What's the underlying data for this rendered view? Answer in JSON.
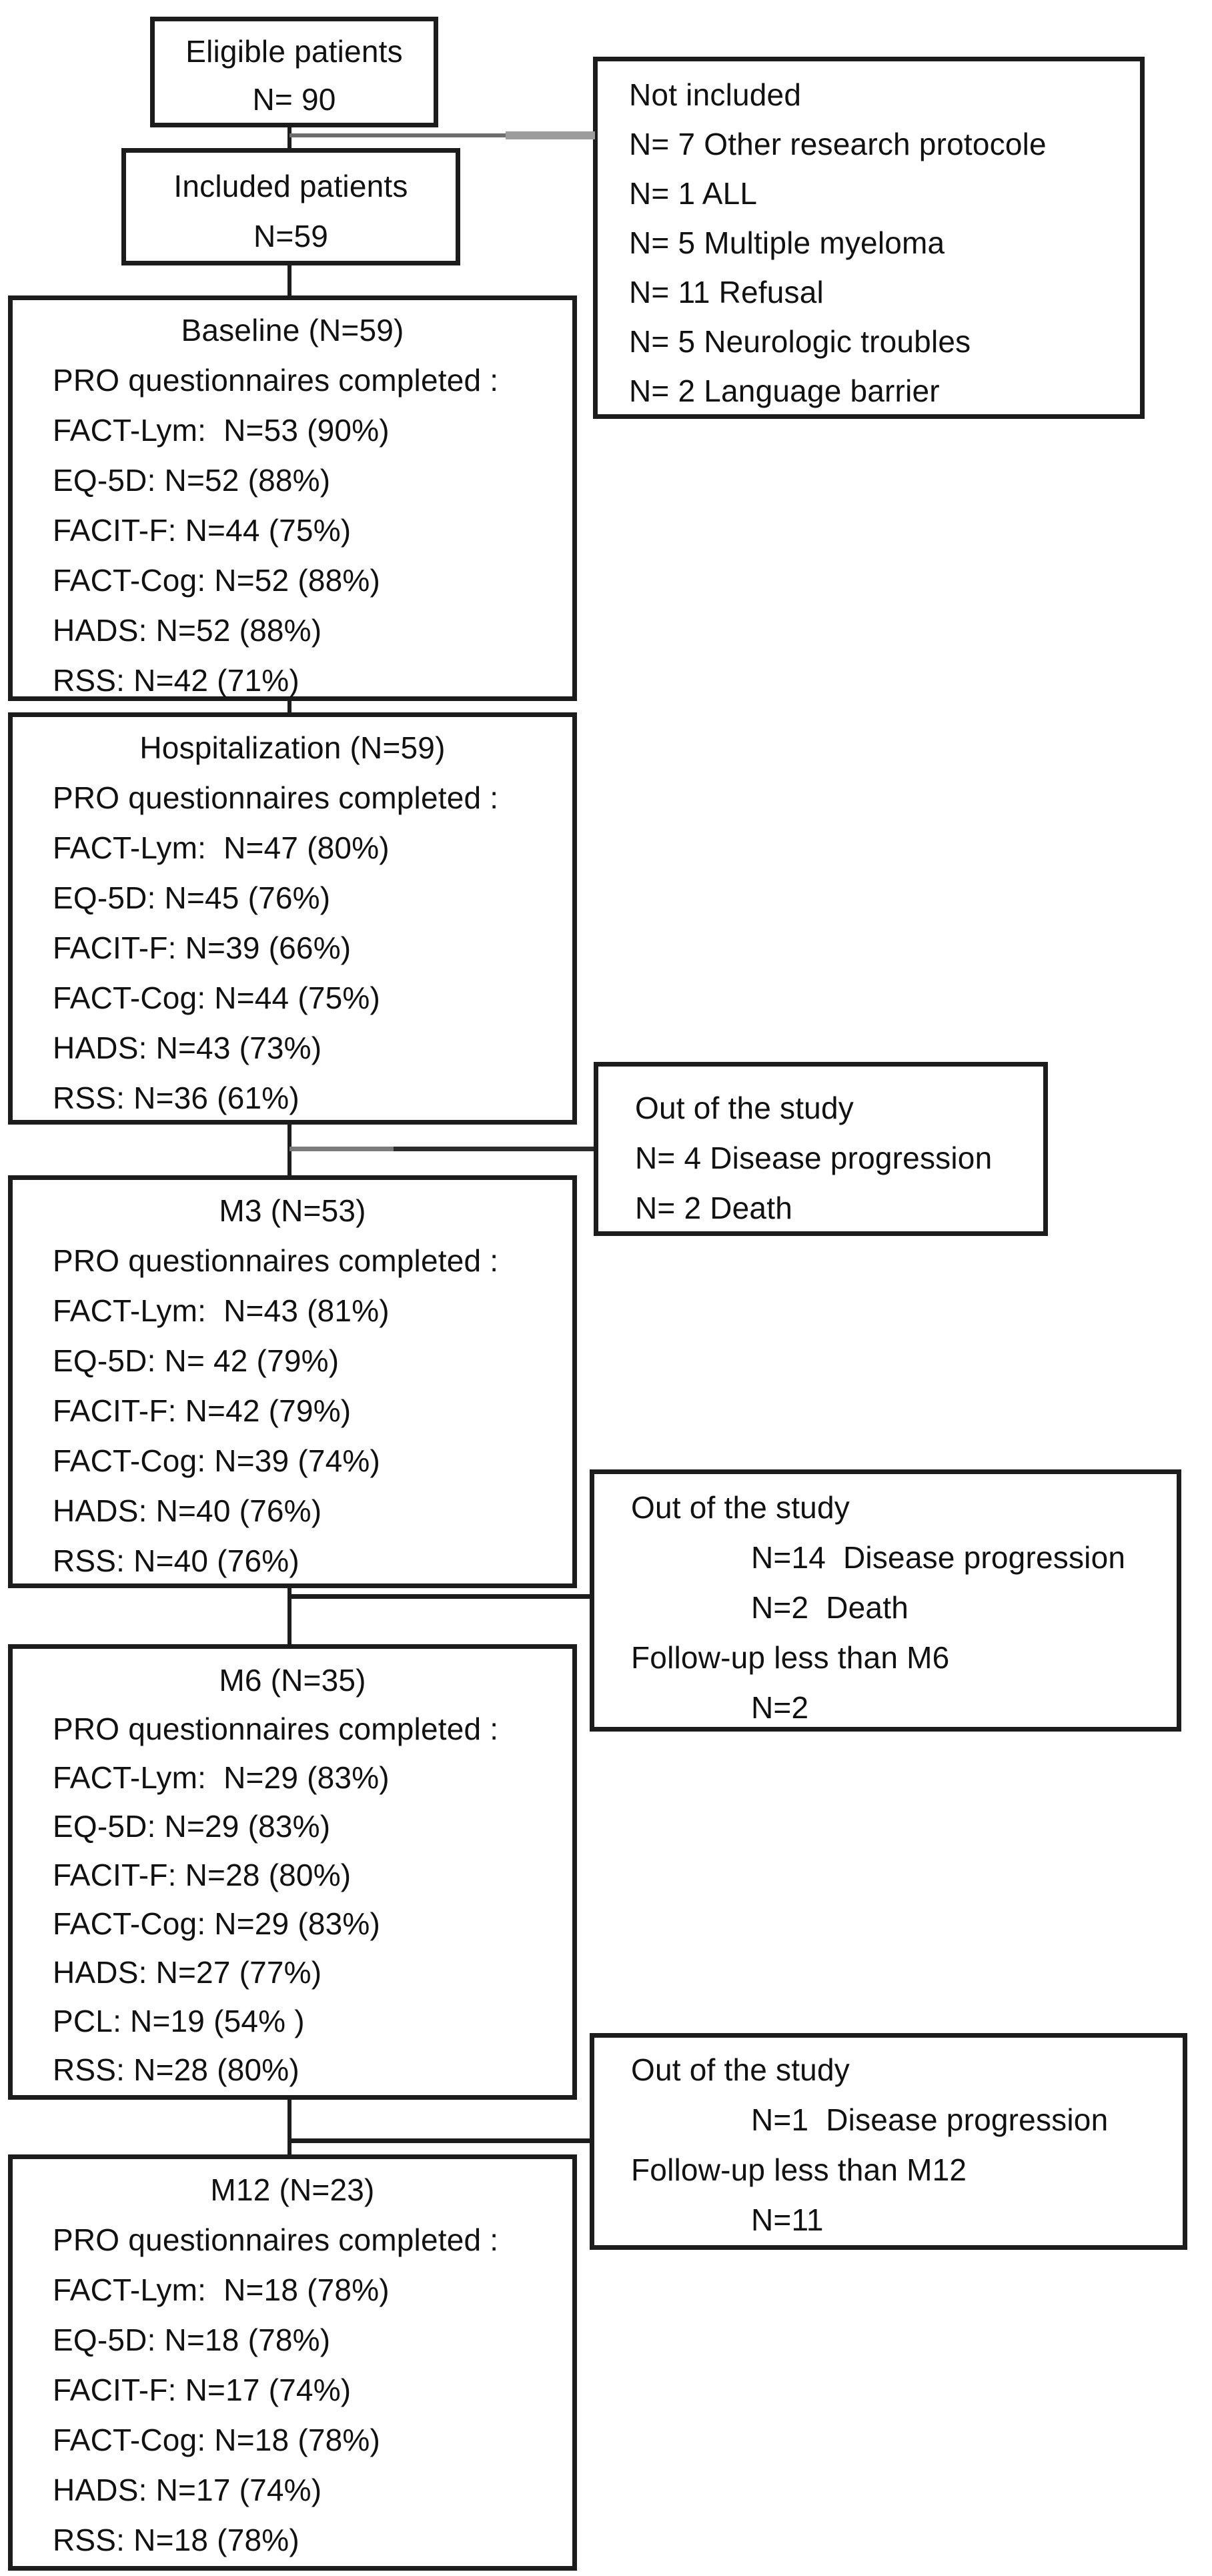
{
  "figure": {
    "type": "patient-flow-diagram",
    "colors": {
      "border": "#1c1c1c",
      "connector": "#1c1c1c",
      "branch_gray": "#6e6e6e",
      "branch_light": "#9c9c9c",
      "branch_dark": "#2b2b2b",
      "background": "#ffffff",
      "text": "#111111"
    },
    "boxes": {
      "eligible": {
        "lines": [
          {
            "text": "Eligible patients",
            "center": true
          },
          {
            "text": "N= 90",
            "center": true
          }
        ]
      },
      "not_included": {
        "lines": [
          "Not included",
          "N= 7 Other research protocole",
          "N= 1 ALL",
          "N= 5 Multiple myeloma",
          "N= 11 Refusal",
          "N= 5 Neurologic troubles",
          "N= 2 Language barrier"
        ]
      },
      "included": {
        "lines": [
          {
            "text": "Included patients",
            "center": true
          },
          {
            "text": "N=59",
            "center": true
          }
        ]
      },
      "baseline": {
        "lines": [
          {
            "text": "Baseline (N=59)",
            "center": true
          },
          "PRO questionnaires completed :",
          "FACT-Lym:  N=53 (90%)",
          "EQ-5D: N=52 (88%)",
          "FACIT-F: N=44 (75%)",
          "FACT-Cog: N=52 (88%)",
          "HADS: N=52 (88%)",
          "RSS: N=42 (71%)"
        ]
      },
      "hospitalization": {
        "lines": [
          {
            "text": "Hospitalization (N=59)",
            "center": true
          },
          "PRO questionnaires completed :",
          "FACT-Lym:  N=47 (80%)",
          "EQ-5D: N=45 (76%)",
          "FACIT-F: N=39 (66%)",
          "FACT-Cog: N=44 (75%)",
          "HADS: N=43 (73%)",
          "RSS: N=36 (61%)"
        ]
      },
      "out_of_study_1": {
        "lines": [
          "Out of the study",
          "N= 4 Disease progression",
          "N= 2 Death"
        ]
      },
      "m3": {
        "lines": [
          {
            "text": "M3 (N=53)",
            "center": true
          },
          "PRO questionnaires completed :",
          "FACT-Lym:  N=43 (81%)",
          "EQ-5D: N= 42 (79%)",
          "FACIT-F: N=42 (79%)",
          "FACT-Cog: N=39 (74%)",
          "HADS: N=40 (76%)",
          "RSS: N=40 (76%)"
        ]
      },
      "out_of_study_2": {
        "lines": [
          "Out of the study",
          {
            "text": "N=14  Disease progression",
            "indent": true
          },
          {
            "text": "N=2  Death",
            "indent": true
          },
          "Follow-up less than M6",
          {
            "text": "N=2",
            "indent": true
          }
        ]
      },
      "m6": {
        "lines": [
          {
            "text": "M6 (N=35)",
            "center": true
          },
          "PRO questionnaires completed :",
          "FACT-Lym:  N=29 (83%)",
          "EQ-5D: N=29 (83%)",
          "FACIT-F: N=28 (80%)",
          "FACT-Cog: N=29 (83%)",
          "HADS: N=27 (77%)",
          "PCL: N=19 (54% )",
          "RSS: N=28 (80%)"
        ]
      },
      "out_of_study_3": {
        "lines": [
          "Out of the study",
          {
            "text": "N=1  Disease progression",
            "indent": true
          },
          "Follow-up less than M12",
          {
            "text": "N=11",
            "indent": true
          }
        ]
      },
      "m12": {
        "lines": [
          {
            "text": "M12 (N=23)",
            "center": true
          },
          "PRO questionnaires completed :",
          "FACT-Lym:  N=18 (78%)",
          "EQ-5D: N=18 (78%)",
          "FACIT-F: N=17 (74%)",
          "FACT-Cog: N=18 (78%)",
          "HADS: N=17 (74%)",
          "RSS: N=18 (78%)"
        ]
      }
    }
  }
}
